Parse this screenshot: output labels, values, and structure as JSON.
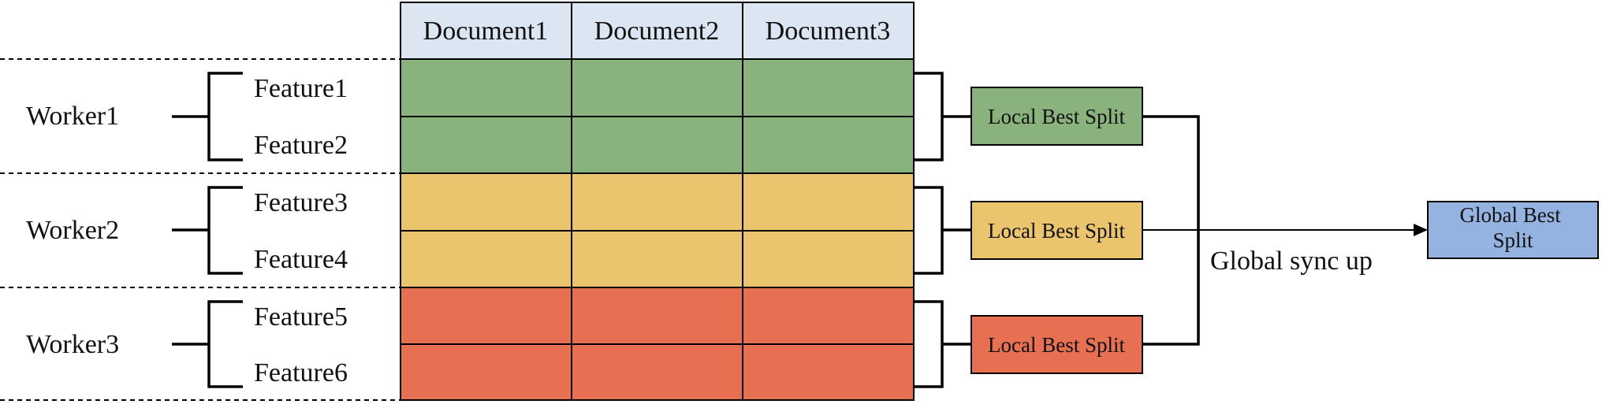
{
  "documents": [
    "Document1",
    "Document2",
    "Document3"
  ],
  "workers": [
    {
      "label": "Worker1",
      "features": [
        "Feature1",
        "Feature2"
      ],
      "color": "#8AB27D",
      "split_label": "Local Best Split"
    },
    {
      "label": "Worker2",
      "features": [
        "Feature3",
        "Feature4"
      ],
      "color": "#EBC56E",
      "split_label": "Local Best Split"
    },
    {
      "label": "Worker3",
      "features": [
        "Feature5",
        "Feature6"
      ],
      "color": "#E87052",
      "split_label": "Local Best Split"
    }
  ],
  "header_color": "#DCE6F2",
  "global": {
    "sync_label": "Global sync up",
    "split_label_lines": [
      "Global Best",
      "Split"
    ],
    "color": "#95B3E0"
  }
}
